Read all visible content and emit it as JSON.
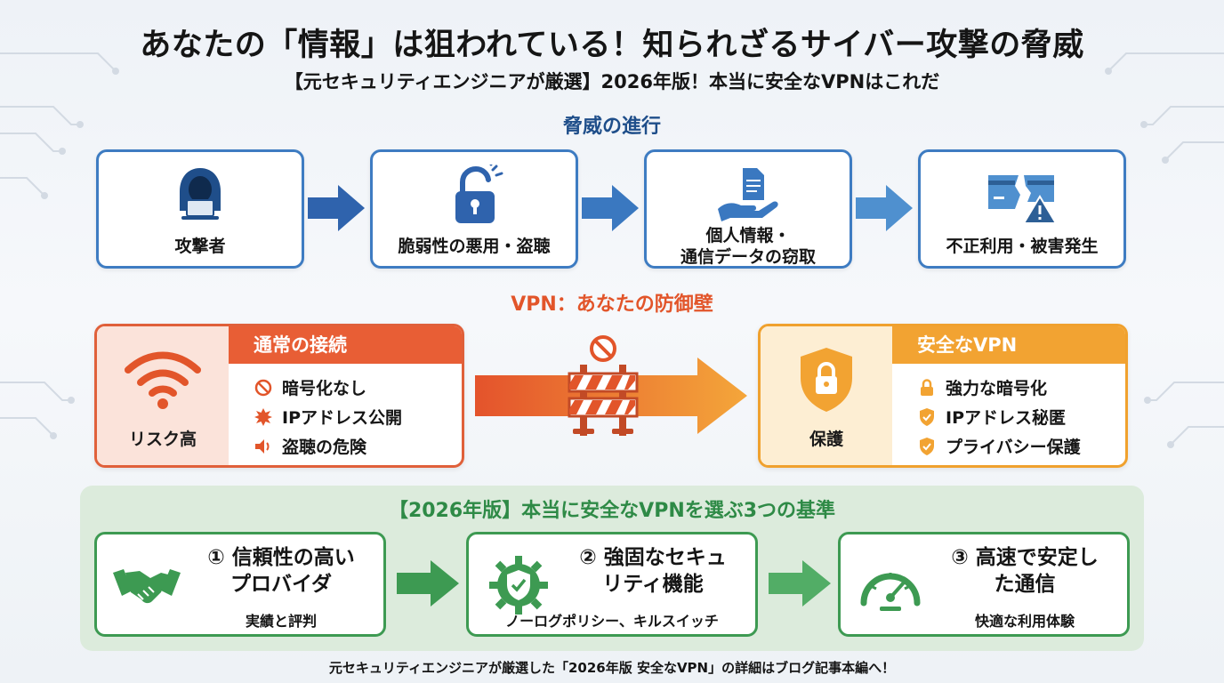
{
  "header": {
    "title": "あなたの「情報」は狙われている！知られざるサイバー攻撃の脅威",
    "subtitle": "【元セキュリティエンジニアが厳選】2026年版！本当に安全なVPNはこれだ"
  },
  "threat": {
    "heading": "脅威の進行",
    "steps": [
      {
        "label": "攻撃者",
        "icon": "hacker-icon"
      },
      {
        "label": "脆弱性の悪用・盗聴",
        "icon": "unlocked-padlock-icon"
      },
      {
        "label": "個人情報・\n通信データの窃取",
        "icon": "hand-document-icon"
      },
      {
        "label": "不正利用・被害発生",
        "icon": "broken-card-warning-icon"
      }
    ]
  },
  "vpn": {
    "heading": "VPN：あなたの防御壁",
    "risk": {
      "header": "通常の接続",
      "label": "リスク高",
      "items": [
        "暗号化なし",
        "IPアドレス公開",
        "盗聴の危険"
      ]
    },
    "safe": {
      "header": "安全なVPN",
      "label": "保護",
      "items": [
        "強力な暗号化",
        "IPアドレス秘匿",
        "プライバシー保護"
      ]
    }
  },
  "criteria": {
    "heading": "【2026年版】本当に安全なVPNを選ぶ3つの基準",
    "items": [
      {
        "title": "① 信頼性の高い\nプロバイダ",
        "desc": "実績と評判",
        "icon": "handshake-icon"
      },
      {
        "title": "② 強固なセキュ\nリティ機能",
        "desc": "ノーログポリシー、キルスイッチ",
        "icon": "gear-shield-icon"
      },
      {
        "title": "③ 高速で安定し\nた通信",
        "desc": "快適な利用体験",
        "icon": "speedometer-icon"
      }
    ]
  },
  "footer": "元セキュリティエンジニアが厳選した「2026年版 安全なVPN」の詳細はブログ記事本編へ！",
  "colors": {
    "threat_blue": "#3e7cc2",
    "risk_orange": "#e85e35",
    "safe_orange": "#f2a332",
    "criteria_green": "#3d9a52"
  }
}
